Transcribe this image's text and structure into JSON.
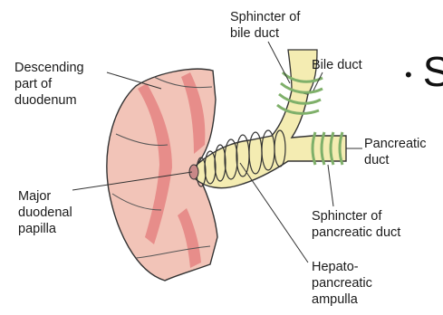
{
  "labels": {
    "descending_duodenum": "Descending\npart of\nduodenum",
    "major_papilla": "Major\nduodenal\npapilla",
    "sphincter_bile": "Sphincter of\nbile duct",
    "bile_duct": "Bile duct",
    "pancreatic_duct": "Pancreatic\nduct",
    "sphincter_pancreatic": "Sphincter of\npancreatic duct",
    "hepatopancreatic_ampulla": "Hepato-\npancreatic\nampulla"
  },
  "bullet": {
    "symbol": "•",
    "text": "S"
  },
  "colors": {
    "duodenum_fill": "#f2c4b8",
    "duodenum_stripe": "#e47b7b",
    "duct_fill": "#f4ecb2",
    "duct_outline": "#333333",
    "muscle_green": "#9ec98a",
    "leader_line": "#333333"
  }
}
